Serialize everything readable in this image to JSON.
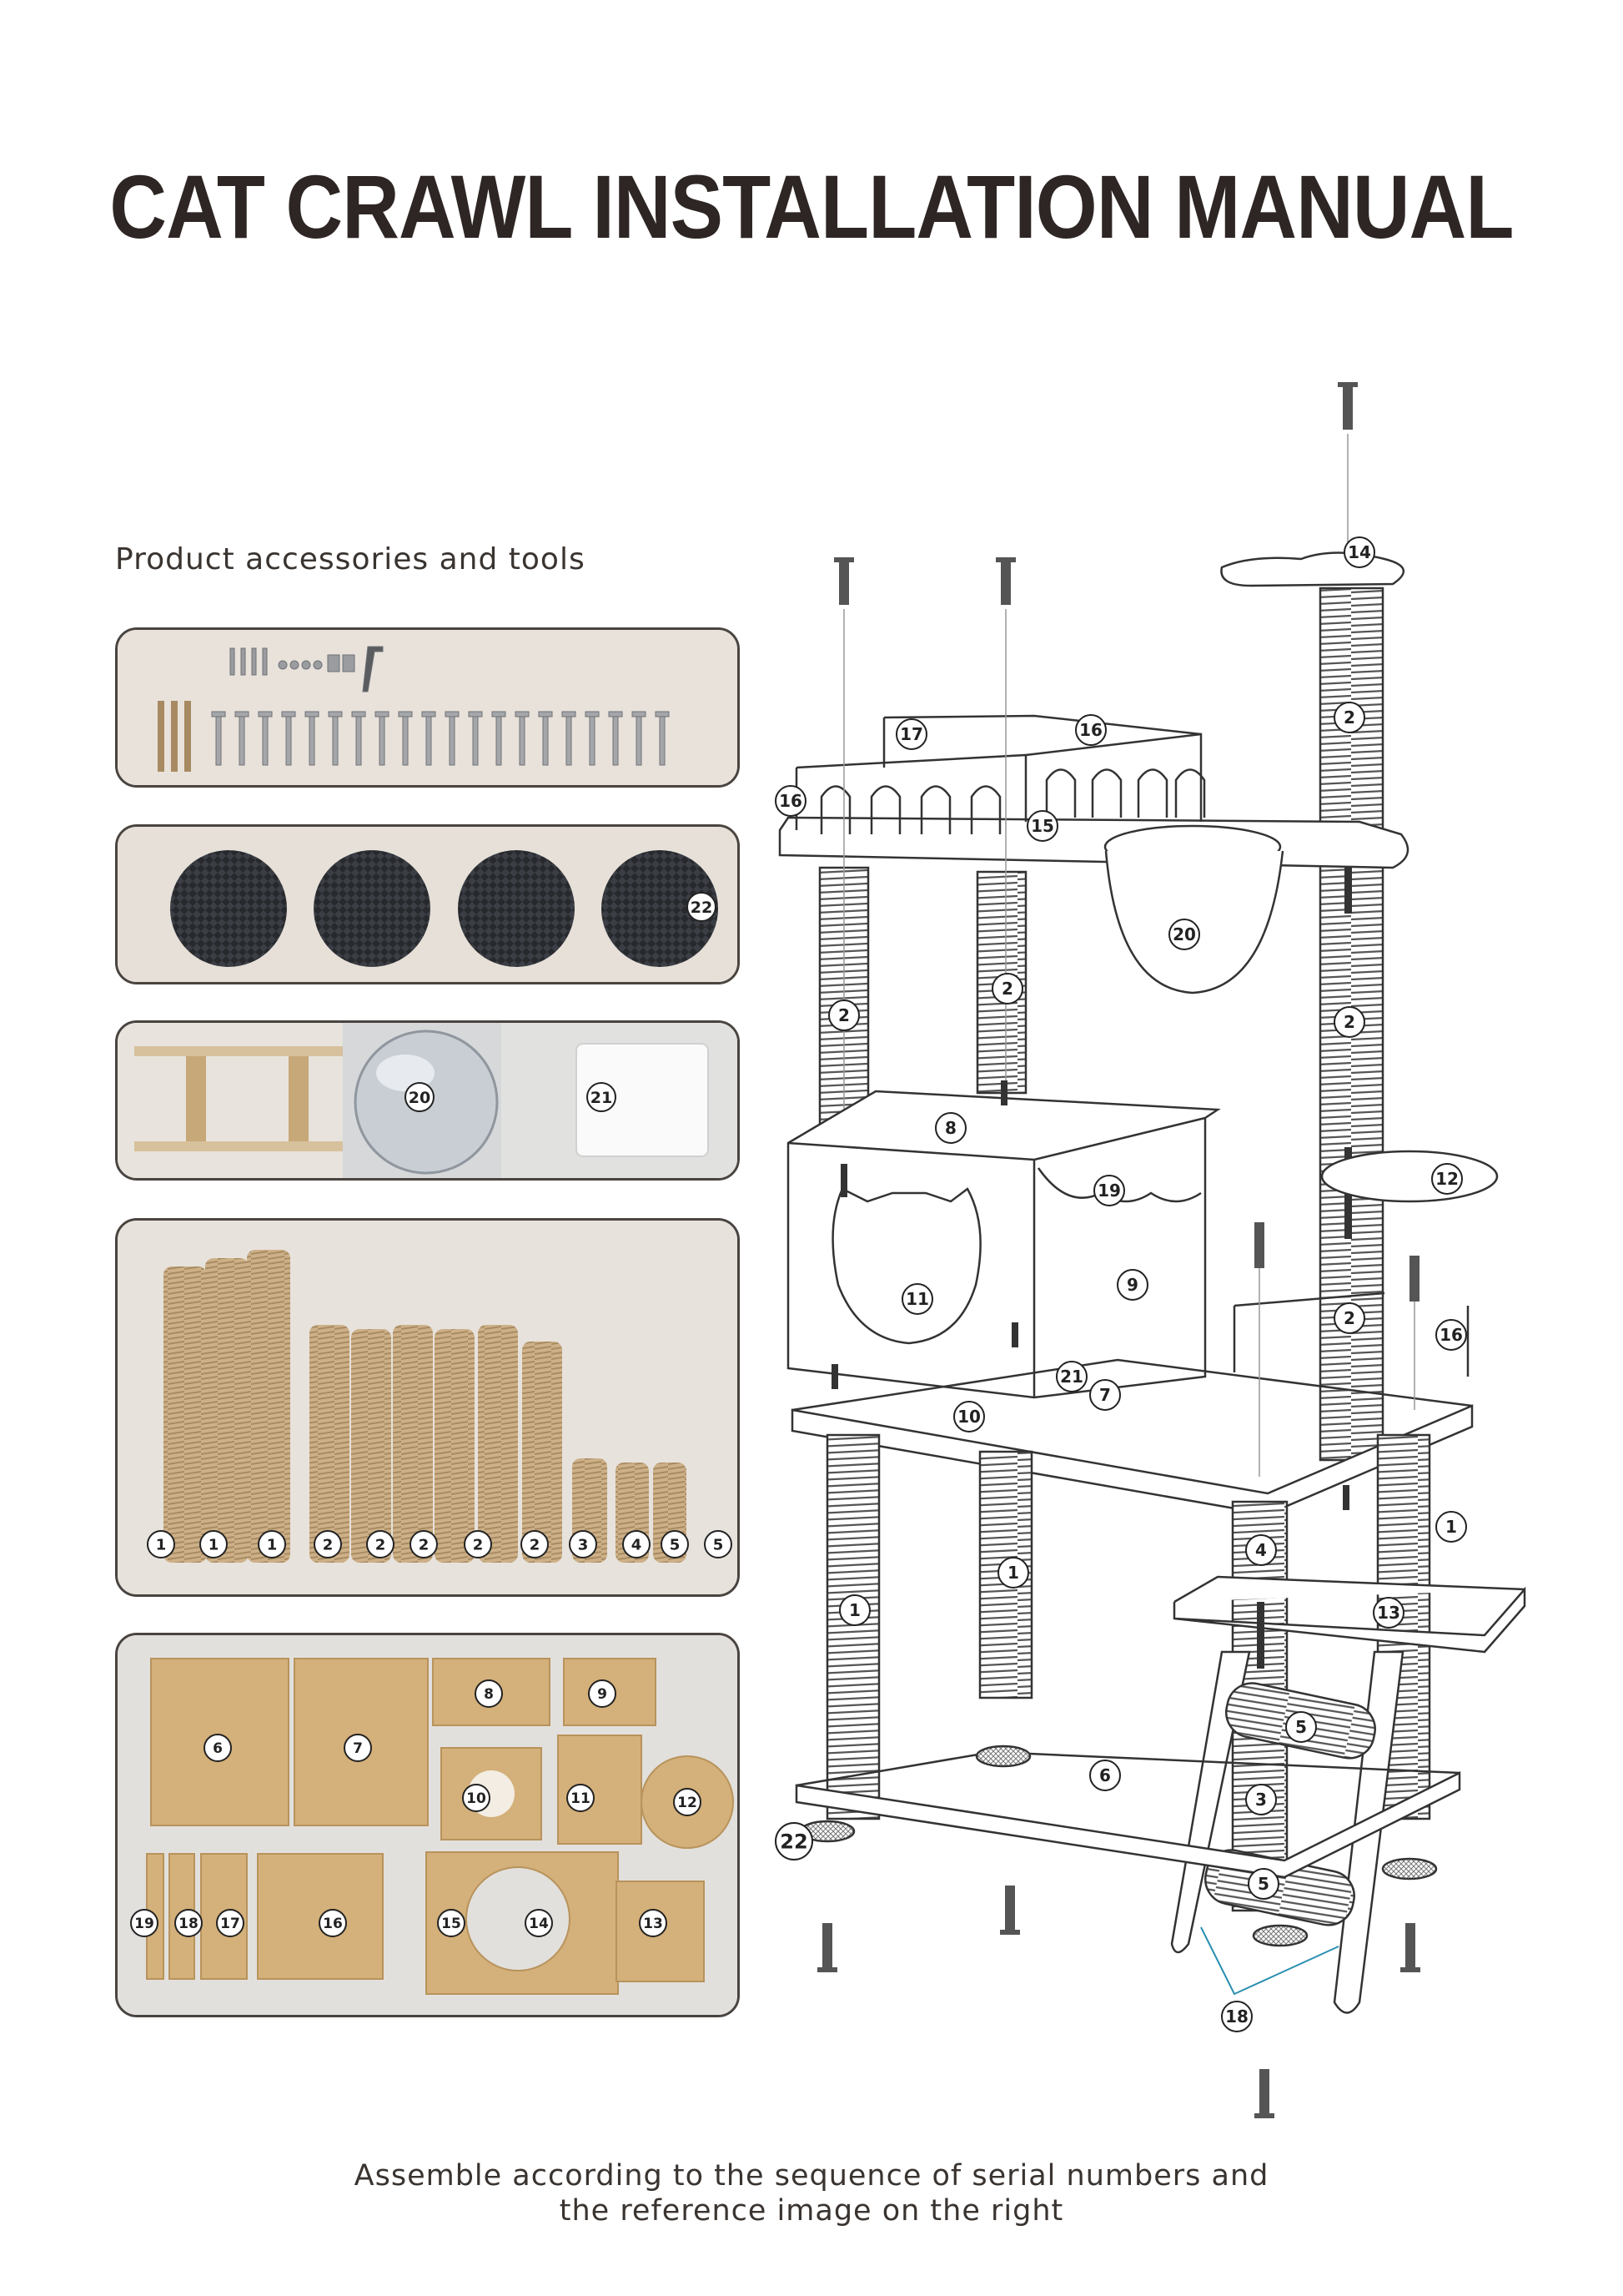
{
  "title": "CAT CRAWL INSTALLATION MANUAL",
  "accessories_heading": "Product accessories and tools",
  "footer": {
    "line1": "Assemble according to the sequence of serial numbers and",
    "line2": "the reference image on the right"
  },
  "panel_labels": {
    "pads": [
      "22"
    ],
    "bowl": [
      "20",
      "21"
    ],
    "posts": [
      "1",
      "1",
      "1",
      "2",
      "2",
      "2",
      "2",
      "2",
      "3",
      "4",
      "5",
      "5"
    ],
    "boards": [
      "6",
      "7",
      "8",
      "9",
      "10",
      "11",
      "12",
      "19",
      "18",
      "17",
      "16",
      "15",
      "14",
      "13"
    ]
  },
  "diagram_labels": [
    "14",
    "17",
    "16",
    "16",
    "15",
    "2",
    "20",
    "2",
    "2",
    "2",
    "8",
    "19",
    "12",
    "11",
    "9",
    "2",
    "16",
    "21",
    "7",
    "10",
    "1",
    "4",
    "1",
    "1",
    "13",
    "5",
    "6",
    "3",
    "22",
    "5",
    "18"
  ]
}
